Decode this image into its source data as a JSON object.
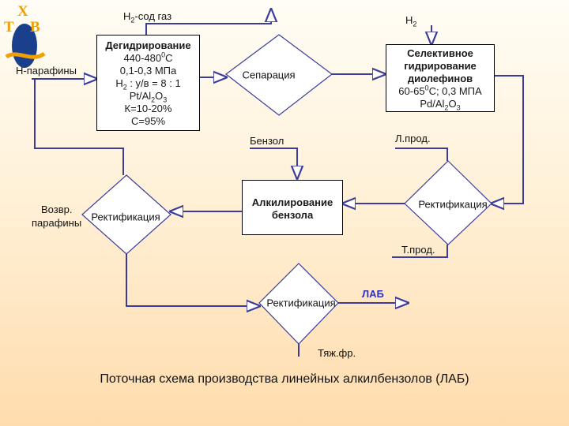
{
  "logo": {
    "letters": [
      "Х",
      "Т",
      "В"
    ]
  },
  "boxes": {
    "dehydro": {
      "title": "Дегидрирование",
      "temp": "440-480",
      "temp_unit": "С",
      "pressure": "0,1-0,3 МПа",
      "h2_ratio": " : у/в = 8 : 1",
      "catalyst": "Pt/Al",
      "conversion": "К=10-20%",
      "selectivity": "С=95%"
    },
    "selective": {
      "title_line1": "Селективное",
      "title_line2": "гидрирование",
      "title_line3": "диолефинов",
      "temp": "60-65",
      "conditions": "С; 0,3 МПА",
      "catalyst": "Pd/Al"
    },
    "alkyl": {
      "line1": "Алкилирование",
      "line2": "бензола"
    }
  },
  "diamonds": {
    "separation": "Сепарация",
    "rect_right": "Ректификация",
    "rect_left": "Ректификация",
    "rect_bottom": "Ректификация"
  },
  "labels": {
    "h2_gas": "-сод газ",
    "h2_feed": "H",
    "n_paraffins": "Н-парафины",
    "benzene": "Бензол",
    "light_product": "Л.прод.",
    "recycle_line1": "Возвр.",
    "recycle_line2": "парафины",
    "bottom_product": "Т.прод.",
    "lab": "ЛАБ",
    "heavy_fraction": "Тяж.фр."
  },
  "caption": "Поточная схема производства линейных алкилбензолов (ЛАБ)",
  "colors": {
    "line": "#3b3b9c",
    "arrow_fill": "#ffffff",
    "lab_label": "#2f2fc0",
    "logo_orange": "#f0a000",
    "logo_blue": "#1a3f8c"
  }
}
